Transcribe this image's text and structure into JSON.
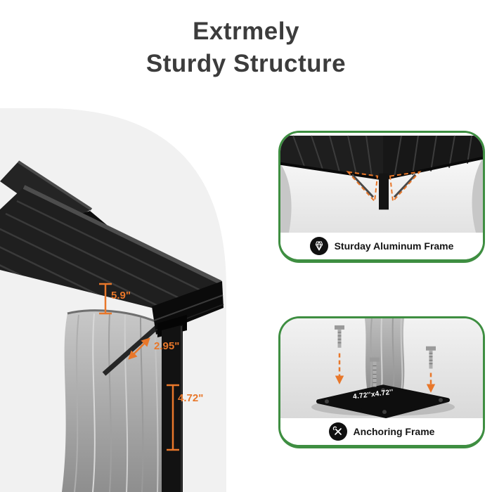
{
  "title": {
    "line1": "Extrmely",
    "line2": "Sturdy Structure"
  },
  "hero": {
    "dimensions": {
      "fascia_height": "5.9\"",
      "beam_width": "2.95\"",
      "post_width": "4.72\""
    }
  },
  "panels": [
    {
      "caption": "Sturday Aluminum Frame",
      "icon": "diamond-gem-icon"
    },
    {
      "caption": "Anchoring Frame",
      "icon": "crossed-tools-icon",
      "base_label": "4.72''x4.72''"
    }
  ],
  "colors": {
    "accent_orange": "#E8772A",
    "panel_border_green": "#3E8E41",
    "title_gray": "#3C3C3C"
  }
}
